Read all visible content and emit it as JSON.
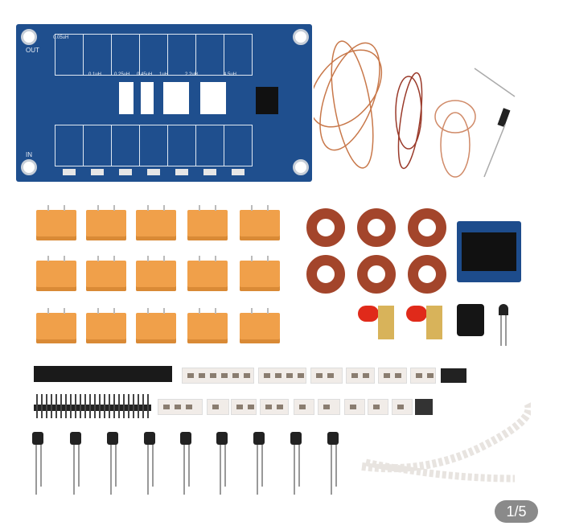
{
  "viewer": {
    "page_indicator": "1/5",
    "current_page": 1,
    "total_pages": 5
  },
  "pcb_labels": {
    "out": "OUT",
    "in": "IN",
    "inductors": [
      "0.05uH",
      "0.1uH",
      "0.25uH",
      "0.45uH",
      "1uH",
      "2.2uH",
      "4.5uH"
    ]
  },
  "colors": {
    "pcb": "#1f4f8e",
    "relay": "#f0a04a",
    "toroid": "#a3452b",
    "copper": "#c8784a",
    "badge": "#8a8a8a"
  }
}
